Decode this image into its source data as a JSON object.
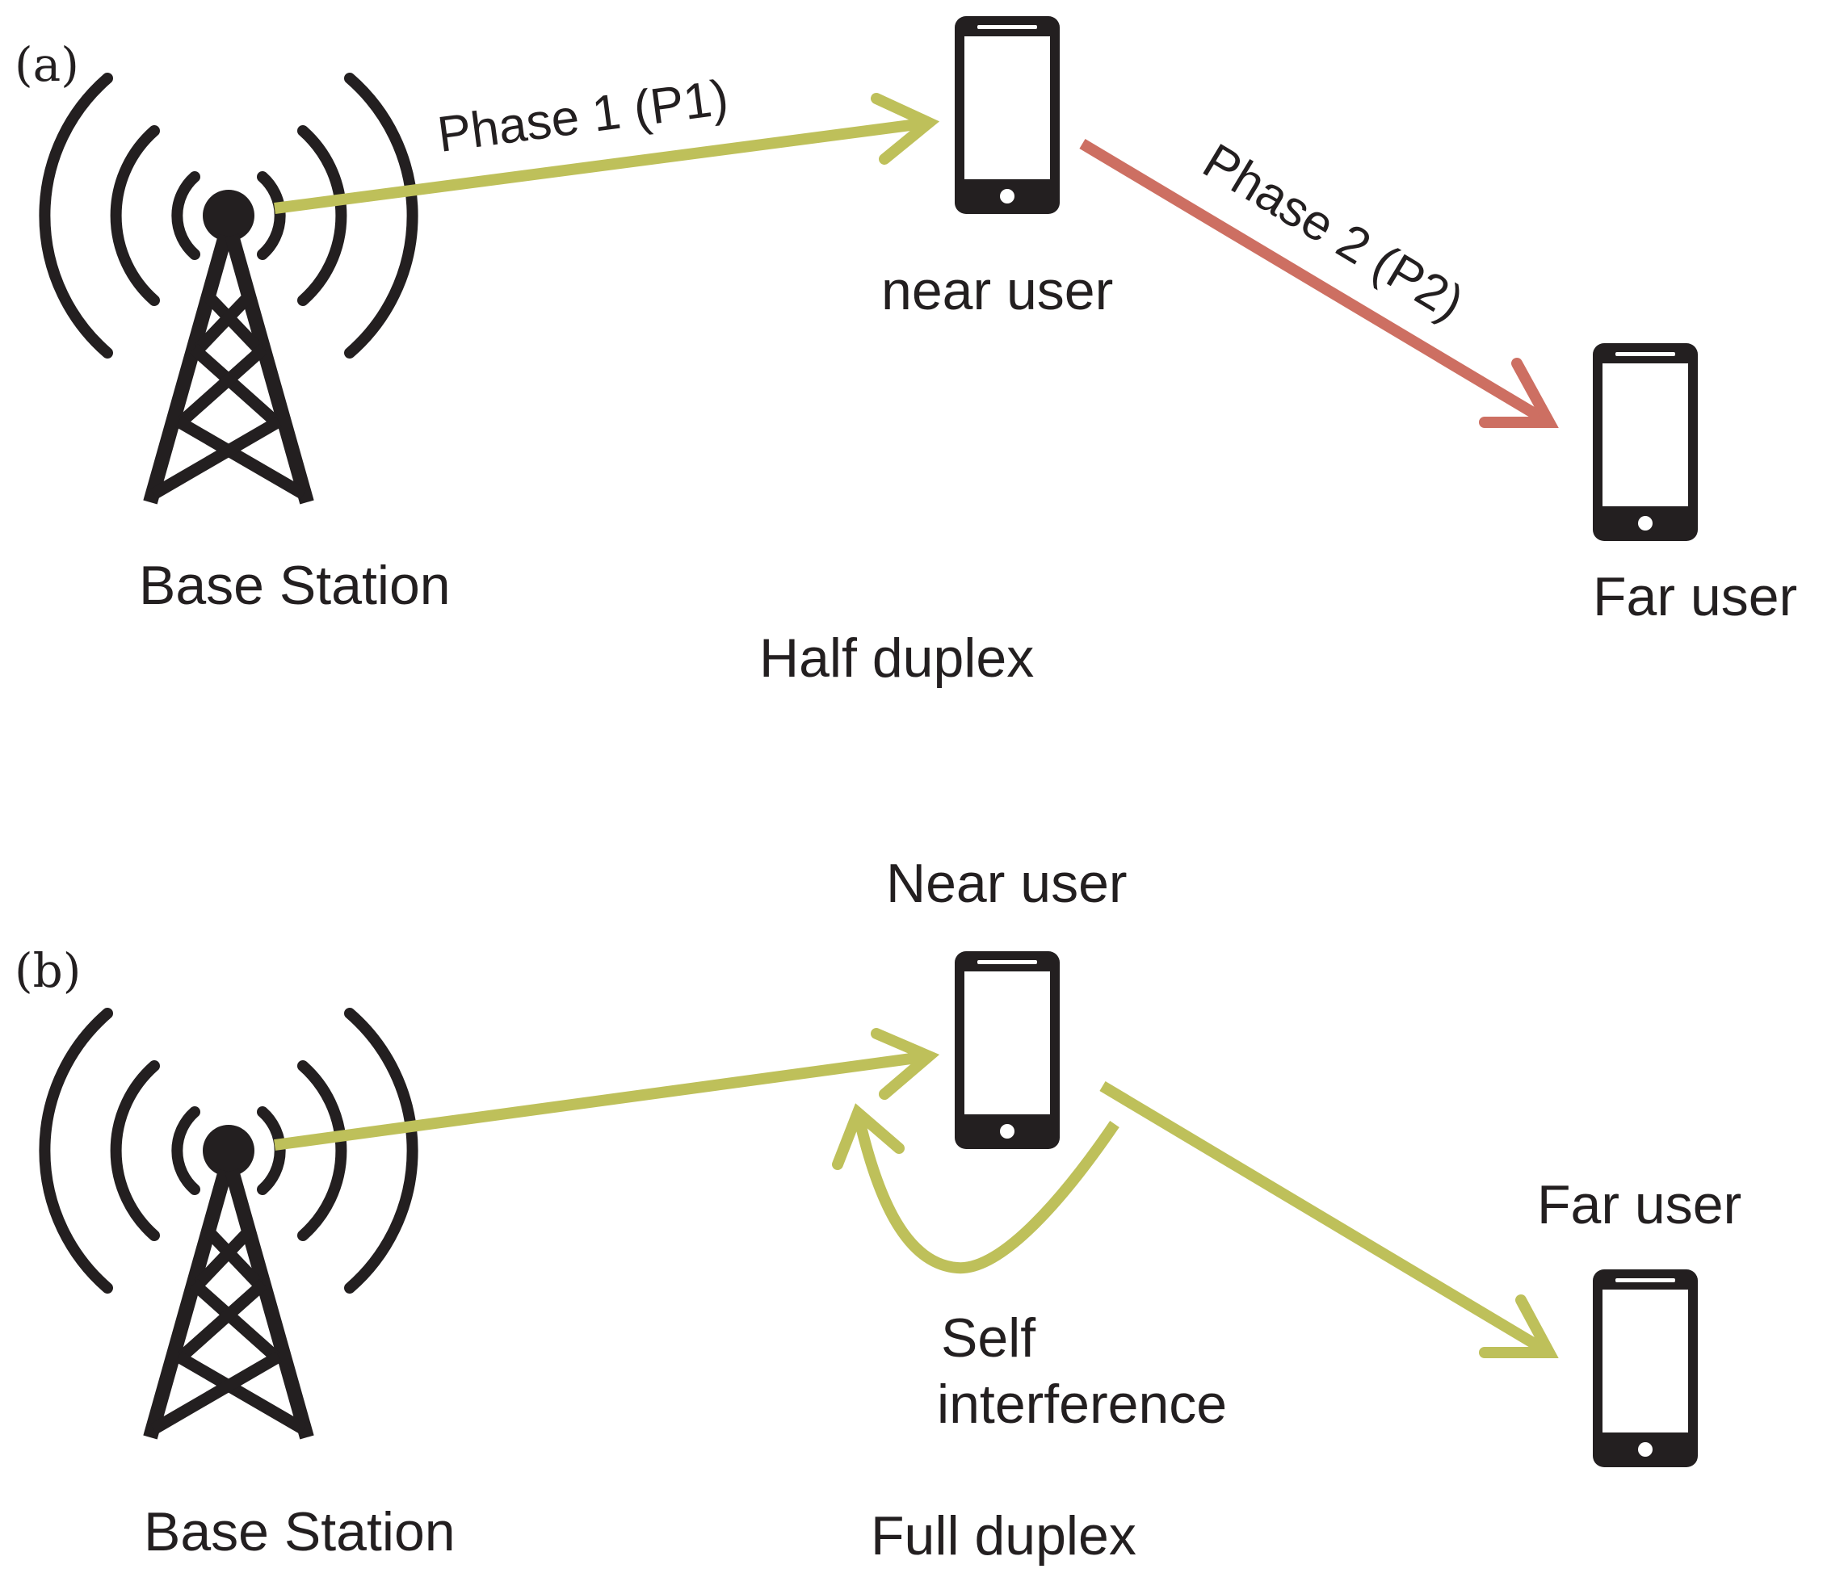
{
  "panels": {
    "a": {
      "label": "(a)",
      "base_station": "Base Station",
      "near_user": "near user",
      "far_user": "Far user",
      "phase1": "Phase 1 (P1)",
      "phase2": "Phase 2 (P2)",
      "mode": "Half duplex"
    },
    "b": {
      "label": "(b)",
      "base_station": "Base Station",
      "near_user": "Near user",
      "far_user": "Far user",
      "self_interference_line1": "Self",
      "self_interference_line2": "interference",
      "mode": "Full duplex"
    }
  },
  "colors": {
    "link_green": "#bec05a",
    "link_red": "#cd6f62",
    "ink": "#231f20"
  }
}
